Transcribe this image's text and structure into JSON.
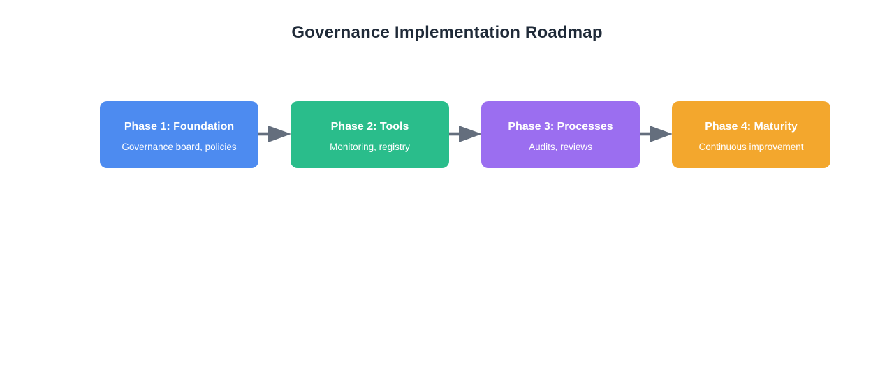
{
  "title": "Governance Implementation Roadmap",
  "diagram": {
    "type": "flowchart",
    "direction": "left-to-right",
    "phases": [
      {
        "title": "Phase 1: Foundation",
        "subtitle": "Governance board, policies",
        "color": "#4d8bf0"
      },
      {
        "title": "Phase 2: Tools",
        "subtitle": "Monitoring, registry",
        "color": "#2abd8b"
      },
      {
        "title": "Phase 3: Processes",
        "subtitle": "Audits, reviews",
        "color": "#9b6ef0"
      },
      {
        "title": "Phase 4: Maturity",
        "subtitle": "Continuous improvement",
        "color": "#f3a72d"
      }
    ],
    "connector": "arrow-right"
  },
  "colors": {
    "background": "#ffffff",
    "title_text": "#1f2a38",
    "box_text": "#ffffff",
    "arrow": "#646e7d"
  }
}
